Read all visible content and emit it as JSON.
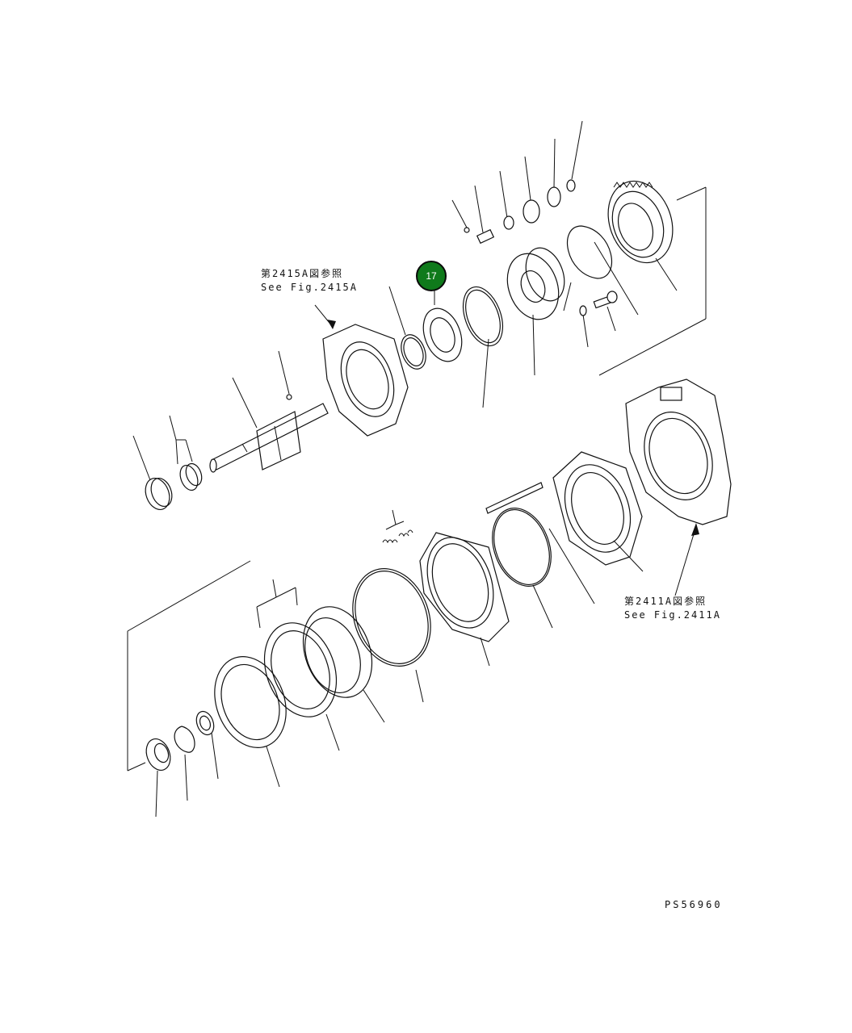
{
  "diagram": {
    "callout_number": "17",
    "reference_top": {
      "jp": "第2415A図参照",
      "en": "See Fig.2415A"
    },
    "reference_right": {
      "jp": "第2411A図参照",
      "en": "See Fig.2411A"
    },
    "drawing_code": "PS56960"
  }
}
